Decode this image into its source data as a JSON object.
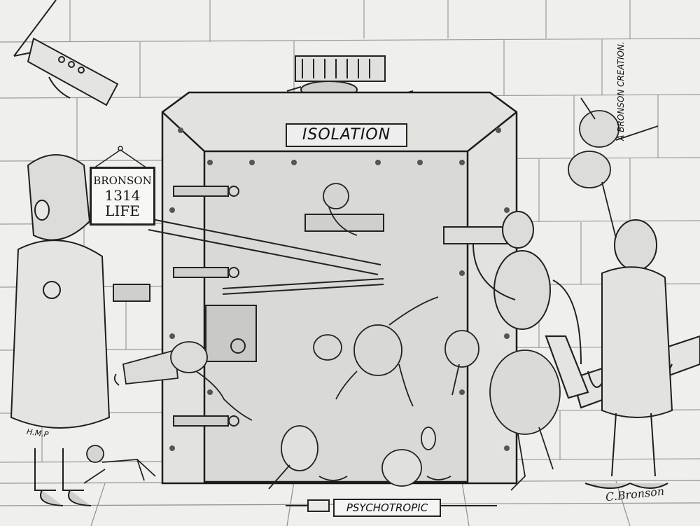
{
  "artwork": {
    "door_sign": "ISOLATION",
    "hanging_sign": [
      "BRONSON",
      "1314",
      "LIFE"
    ],
    "syringe_label": "PSYCHOTROPIC",
    "vertical_credit": "A BRONSON CREATION.",
    "jacket_text": "H.M.P",
    "signature": "C.Bronson"
  }
}
